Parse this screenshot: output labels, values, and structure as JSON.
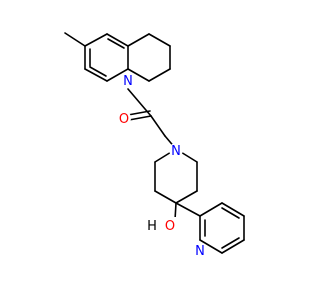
{
  "colors": {
    "background": "#ffffff",
    "bond": "#000000",
    "nitrogen": "#0000ff",
    "oxygen": "#ff0000",
    "carbon_label": "#000000"
  },
  "atom_labels": {
    "quinoline_n": "N",
    "carbonyl_o": "O",
    "piperidine_n": "N",
    "hydroxyl_h": "H",
    "hydroxyl_o": "O",
    "pyridine_n": "N"
  }
}
